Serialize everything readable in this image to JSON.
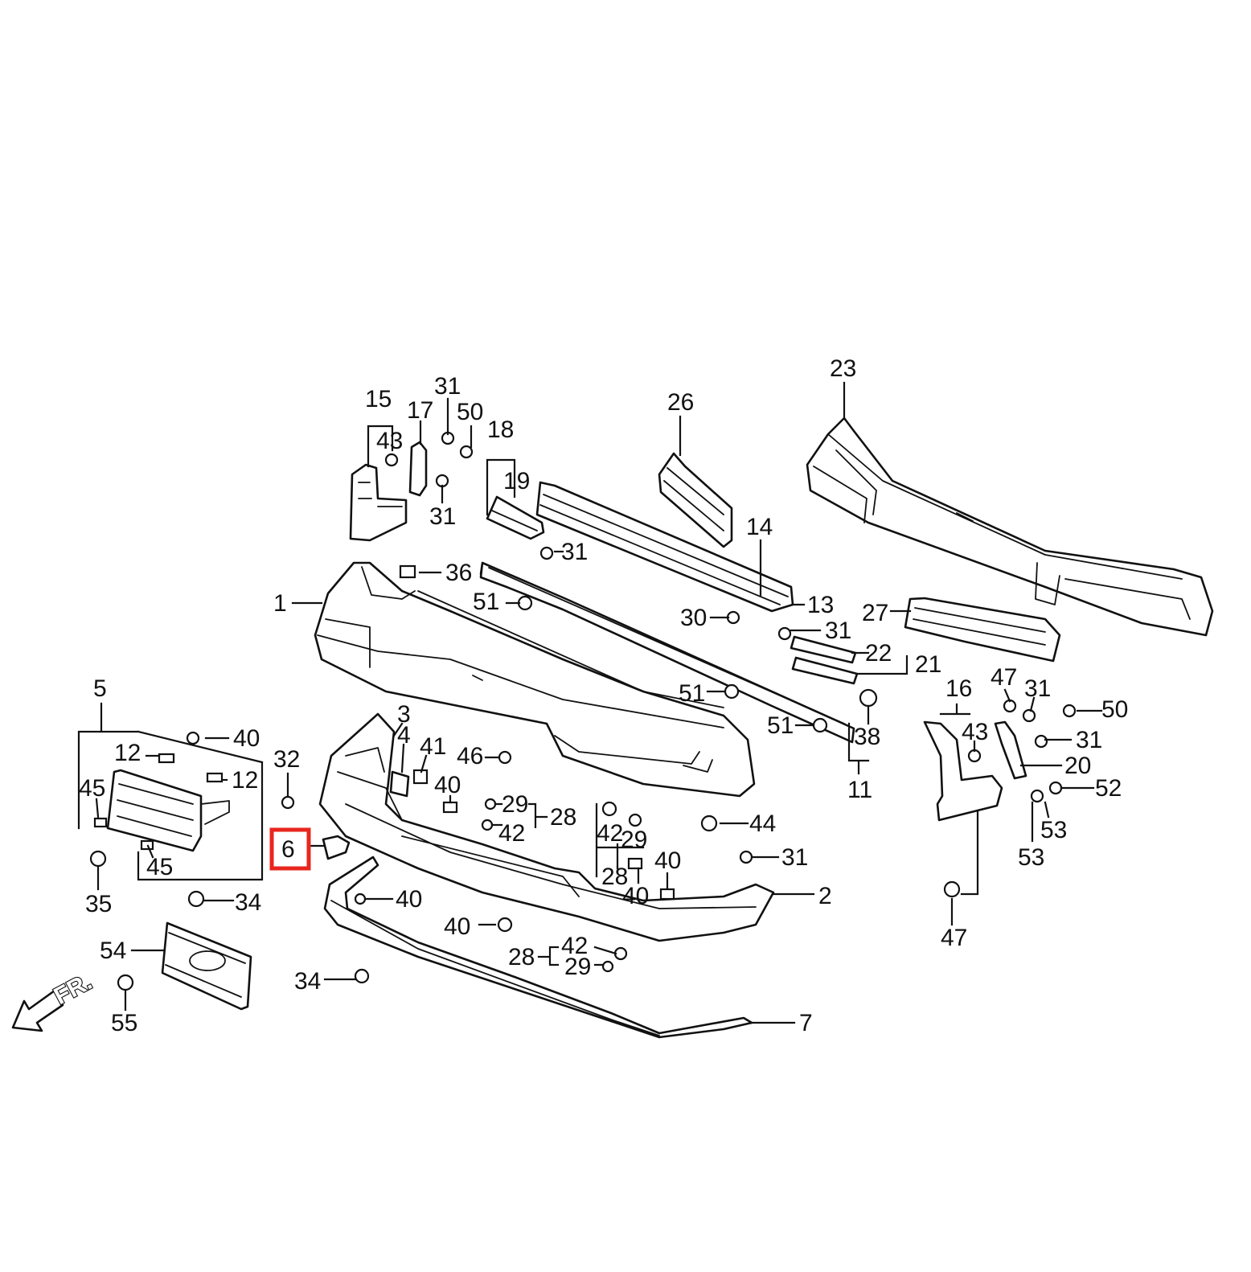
{
  "colors": {
    "highlight": "#e8261e",
    "ink": "#111111",
    "background": "#ffffff"
  },
  "direction": {
    "label": "FR."
  },
  "highlighted_part": "6",
  "callouts": {
    "c23": "23",
    "c26": "26",
    "c15": "15",
    "c17": "17",
    "c31a": "31",
    "c50a": "50",
    "c18": "18",
    "c43a": "43",
    "c19": "19",
    "c31b": "31",
    "c31c": "31",
    "c14": "14",
    "c36": "36",
    "c1": "1",
    "c51a": "51",
    "c13": "13",
    "c30": "30",
    "c31d": "31",
    "c27": "27",
    "c22": "22",
    "c21": "21",
    "c5": "5",
    "c3": "3",
    "c51b": "51",
    "c16": "16",
    "c47a": "47",
    "c31e": "31",
    "c50b": "50",
    "c4": "4",
    "c41": "41",
    "c46": "46",
    "c51c": "51",
    "c38": "38",
    "c43b": "43",
    "c31f": "31",
    "c40a": "40",
    "c12a": "12",
    "c12b": "12",
    "c32": "32",
    "c40b": "40",
    "c20": "20",
    "c11": "11",
    "c45a": "45",
    "c29a": "29",
    "c28a": "28",
    "c42a": "42",
    "c52": "52",
    "c42b": "42",
    "c29b": "29",
    "c44": "44",
    "c53a": "53",
    "c6": "6",
    "c45b": "45",
    "c40c": "40",
    "c31g": "31",
    "c53b": "53",
    "c28b": "28",
    "c35": "35",
    "c34a": "34",
    "c40d": "40",
    "c40e": "40",
    "c2": "2",
    "c40f": "40",
    "c47b": "47",
    "c54": "54",
    "c42c": "42",
    "c28c": "28",
    "c29c": "29",
    "c34b": "34",
    "c55": "55",
    "c7": "7"
  }
}
